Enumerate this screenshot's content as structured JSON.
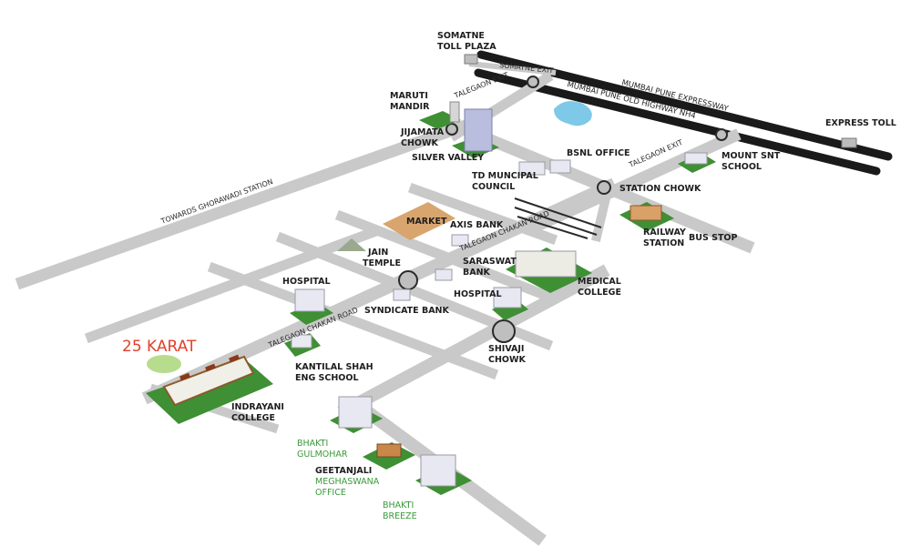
{
  "project": {
    "name": "25 KARAT",
    "marker_color": "#b8dc8e",
    "name_color": "#e2402a"
  },
  "roads": {
    "expressway": "MUMBAI PUNE EXPRESSWAY",
    "old_highway": "MUMBAI PUNE OLD HIGHWAY NH4",
    "ghorawadi": "TOWARDS GHORAWADI STATION",
    "chakan_1": "TALEGAON CHAKAN ROAD",
    "chakan_2": "TALEGAON CHAKAN ROAD",
    "exit_top": "TALEGAON EXIT",
    "exit_right": "TALEGAON EXIT",
    "somatne_exit": "SOMATNE EXIT"
  },
  "labels": {
    "somatne_toll_1": "SOMATNE",
    "somatne_toll_2": "TOLL PLAZA",
    "express_toll": "EXPRESS TOLL",
    "maruti_1": "MARUTI",
    "maruti_2": "MANDIR",
    "jijamata_1": "JIJAMATA",
    "jijamata_2": "CHOWK",
    "silver_valley": "SILVER VALLEY",
    "bsnl": "BSNL OFFICE",
    "mount_1": "MOUNT SNT",
    "mount_2": "SCHOOL",
    "td_1": "TD MUNCIPAL",
    "td_2": "COUNCIL",
    "station_chowk": "STATION CHOWK",
    "market": "MARKET",
    "axis": "AXIS BANK",
    "railway_1": "RAILWAY",
    "railway_2": "STATION",
    "bus_stop": "BUS STOP",
    "jain_1": "JAIN",
    "jain_2": "TEMPLE",
    "saraswat_1": "SARASWAT",
    "saraswat_2": "BANK",
    "medical_1": "MEDICAL",
    "medical_2": "COLLEGE",
    "hospital_left": "HOSPITAL",
    "hospital_right": "HOSPITAL",
    "syndicate": "SYNDICATE BANK",
    "shivaji_1": "SHIVAJI",
    "shivaji_2": "CHOWK",
    "kantilal_1": "KANTILAL SHAH",
    "kantilal_2": "ENG SCHOOL",
    "indrayani_1": "INDRAYANI",
    "indrayani_2": "COLLEGE",
    "gulmohar_1": "BHAKTI",
    "gulmohar_2": "GULMOHAR",
    "geetanjali": "GEETANJALI",
    "meghaswana_1": "MEGHASWANA",
    "meghaswana_2": "OFFICE",
    "breeze_1": "BHAKTI",
    "breeze_2": "BREEZE"
  },
  "colors": {
    "road": "#c9c9c9",
    "highway": "#1a1a1a",
    "lawn": "#3f8f35",
    "water": "#7ec8e8",
    "label_green": "#3a9a3a"
  }
}
